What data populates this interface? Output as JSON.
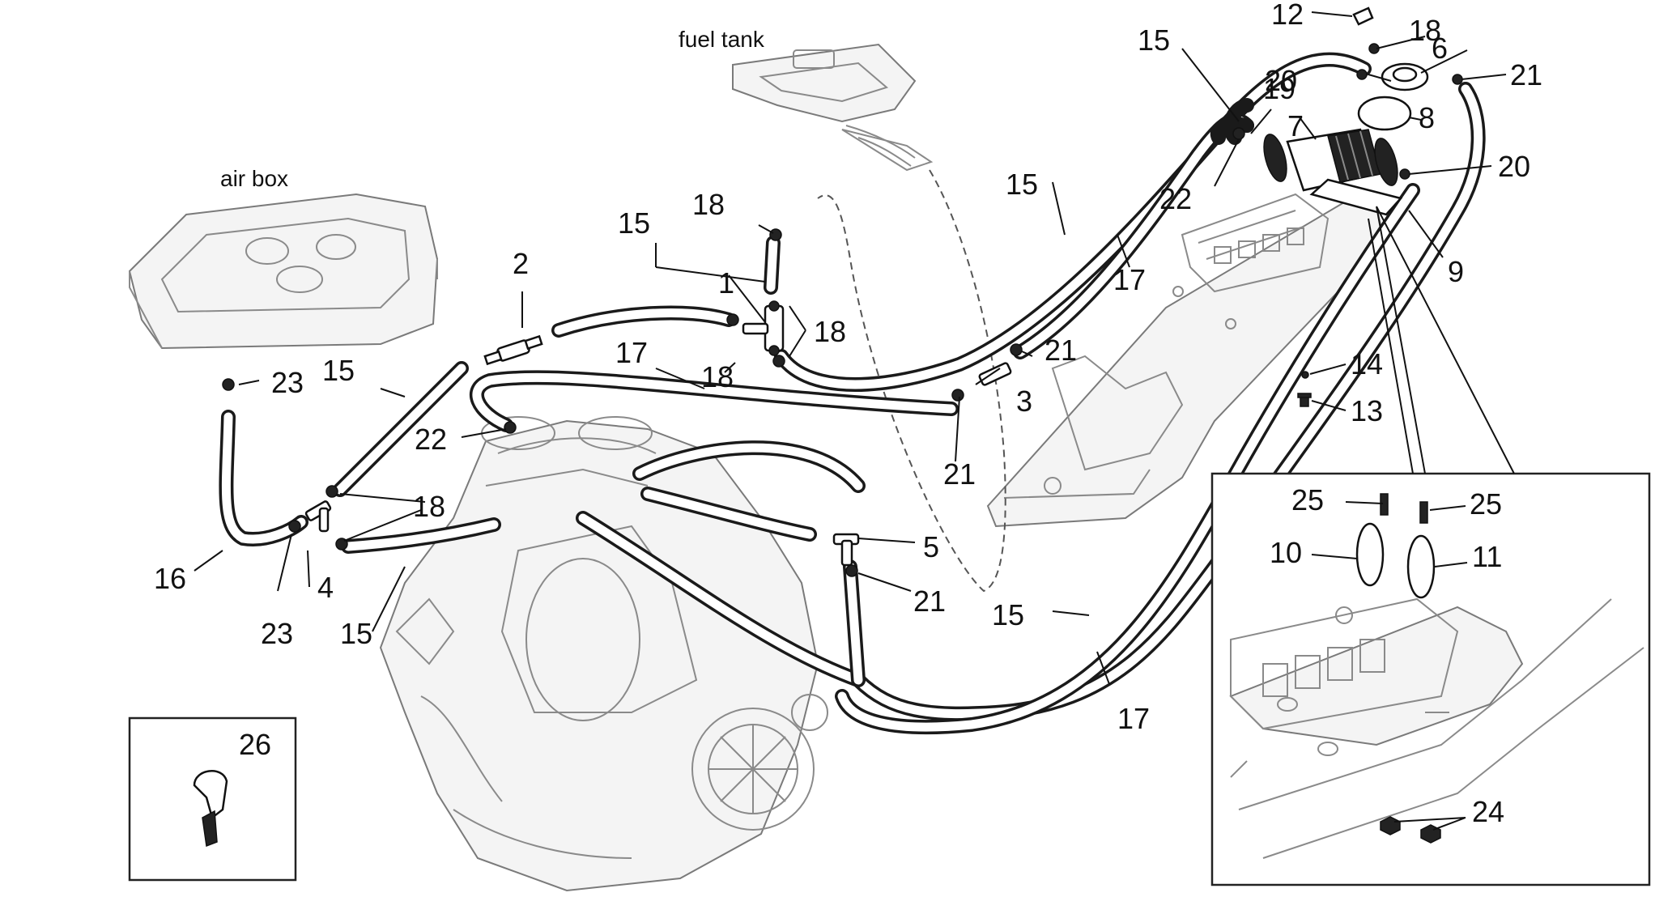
{
  "captions": {
    "fuel_tank": "fuel tank",
    "air_box": "air box"
  },
  "callouts": {
    "n1": "1",
    "n2": "2",
    "n3": "3",
    "n4": "4",
    "n5": "5",
    "n6": "6",
    "n7": "7",
    "n8": "8",
    "n9": "9",
    "n10": "10",
    "n11": "11",
    "n12": "12",
    "n13": "13",
    "n14": "14",
    "n15a": "15",
    "n15b": "15",
    "n15c": "15",
    "n15d": "15",
    "n15e": "15",
    "n16": "16",
    "n17a": "17",
    "n17b": "17",
    "n17c": "17",
    "n18a": "18",
    "n18b": "18",
    "n18c": "18",
    "n18d": "18",
    "n18e": "18",
    "n19": "19",
    "n20a": "20",
    "n20b": "20",
    "n21a": "21",
    "n21b": "21",
    "n21c": "21",
    "n21d": "21",
    "n22a": "22",
    "n22b": "22",
    "n23a": "23",
    "n23b": "23",
    "n24": "24",
    "n25a": "25",
    "n25b": "25",
    "n26": "26"
  }
}
